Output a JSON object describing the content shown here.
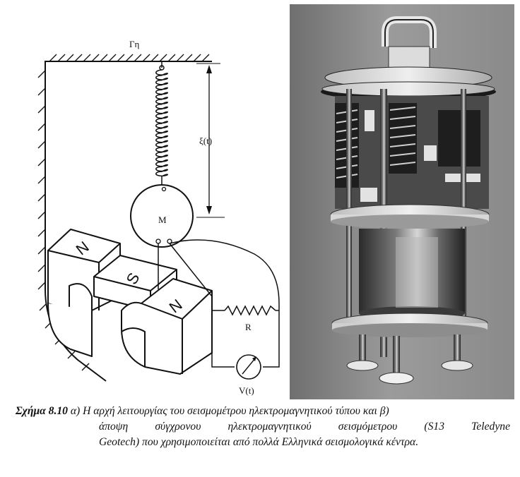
{
  "diagram": {
    "ground_label": "Γη",
    "displacement_label": "ξ(t)",
    "mass_label": "M",
    "resistor_label": "R",
    "voltage_label": "V(t)",
    "magnet_left_pole": "N",
    "magnet_middle_pole": "S",
    "magnet_right_pole": "N"
  },
  "caption": {
    "figure_number": "Σχήμα 8.10",
    "line1": " α) Η αρχή λειτουργίας του σεισμομέτρου ηλεκτρομαγνητικού τύπου και β)",
    "line2": "άποψη σύγχρονου ηλεκτρομαγνητικού σεισμόμετρου (S13 Teledyne",
    "line3": "Geotech) που χρησιμοποιείται από πολλά Ελληνικά σεισμολογικά κέντρα."
  }
}
